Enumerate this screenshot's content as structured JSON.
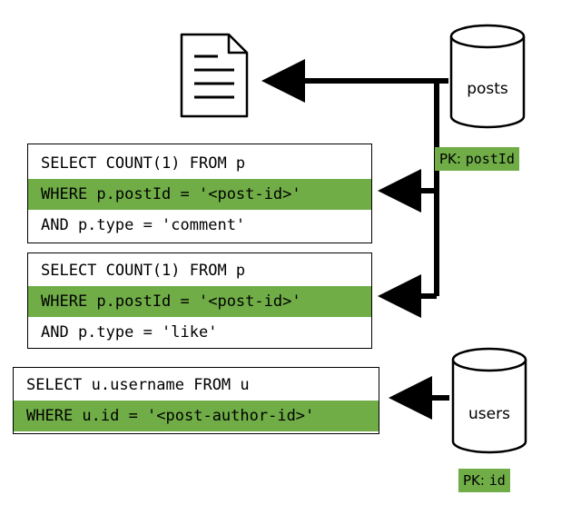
{
  "queries": [
    {
      "lines": [
        "SELECT COUNT(1) FROM p",
        "WHERE p.postId = '<post-id>'",
        "AND p.type = 'comment'"
      ],
      "highlight_index": 1
    },
    {
      "lines": [
        "SELECT COUNT(1) FROM p",
        "WHERE p.postId = '<post-id>'",
        "AND p.type = 'like'"
      ],
      "highlight_index": 1
    },
    {
      "lines": [
        "SELECT u.username FROM u",
        "WHERE u.id = '<post-author-id>'"
      ],
      "highlight_index": 1
    }
  ],
  "databases": {
    "posts": {
      "label": "posts",
      "pk_prefix": "PK:",
      "pk_key": "postId"
    },
    "users": {
      "label": "users",
      "pk_prefix": "PK:",
      "pk_key": "id"
    }
  },
  "icons": {
    "document": "document-icon"
  },
  "colors": {
    "highlight": "#70ad47",
    "stroke": "#000000"
  }
}
